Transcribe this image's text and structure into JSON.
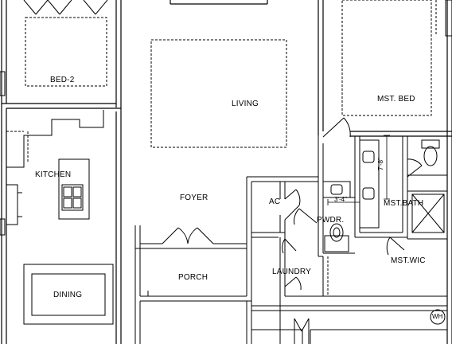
{
  "plan": {
    "rooms": {
      "bed2": "BED-2",
      "living": "LIVING",
      "mst_bed": "MST. BED",
      "kitchen": "KITCHEN",
      "foyer": "FOYER",
      "ac": "AC",
      "pwdr": "PWDR.",
      "mst_bath": "MST.BATH",
      "porch": "PORCH",
      "laundry": "LAUNDRY",
      "mst_wic": "MST.WIC",
      "dining": "DINING"
    },
    "dimensions": {
      "vertical": "7'-8\"",
      "horizontal": "3'-4\""
    },
    "symbols": {
      "water_heater": "WH"
    }
  }
}
